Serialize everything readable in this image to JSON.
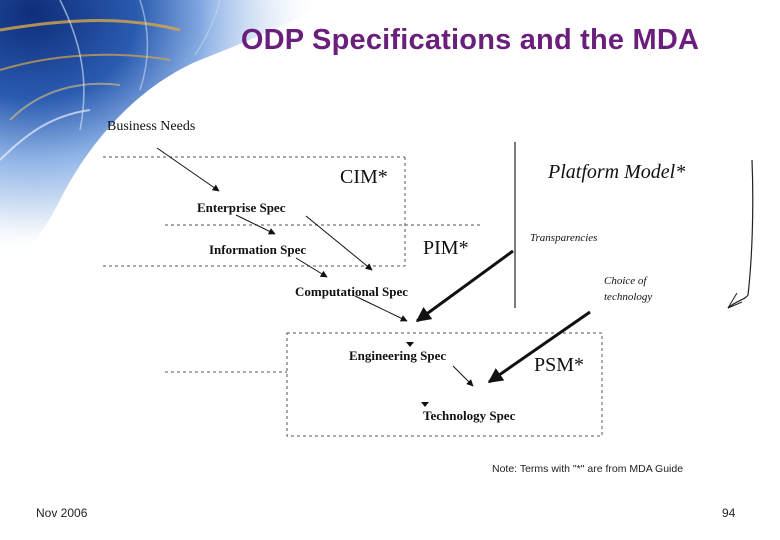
{
  "slide": {
    "title": "ODP Specifications and the MDA",
    "footer_date": "Nov 2006",
    "page_number": "94"
  },
  "diagram": {
    "business_needs": "Business Needs",
    "cim": "CIM*",
    "platform_model": "Platform Model*",
    "enterprise_spec": "Enterprise Spec",
    "information_spec": "Information Spec",
    "pim": "PIM*",
    "transparencies": "Transparencies",
    "choice_line1": "Choice of",
    "choice_line2": "technology",
    "computational_spec": "Computational Spec",
    "engineering_spec": "Engineering Spec",
    "psm": "PSM*",
    "technology_spec": "Technology Spec",
    "note": "Note: Terms with \"*\" are from MDA Guide"
  },
  "colors": {
    "title": "#6b1f7c",
    "corner_blue": "#2a5bb0",
    "text": "#111111"
  }
}
